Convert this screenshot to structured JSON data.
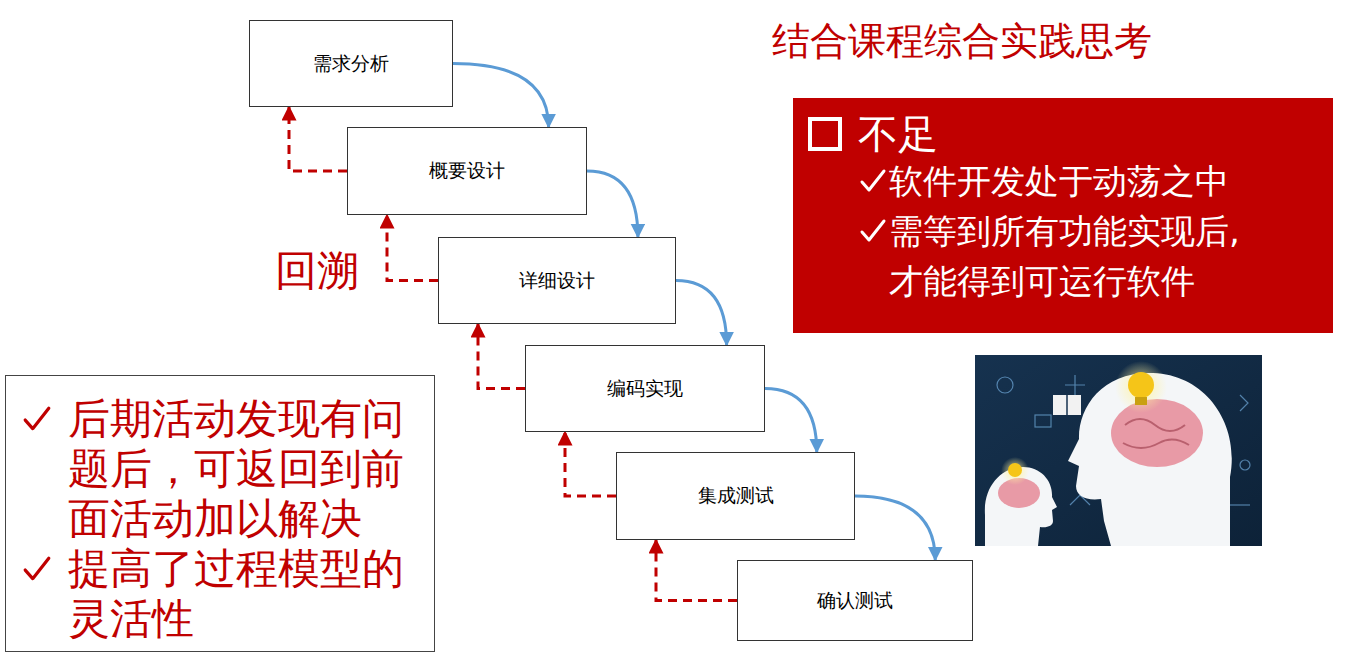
{
  "diagram": {
    "nodes": [
      {
        "text": [
          "需求分析"
        ]
      },
      {
        "text": [
          "概要设计"
        ]
      },
      {
        "text": [
          "详细设计"
        ]
      },
      {
        "text": [
          "编码实现"
        ]
      },
      {
        "text": [
          "集成测试"
        ]
      },
      {
        "text": [
          "确认测试"
        ]
      },
      {
        "text": [
          "不足",
          "软件开发处于动荡之中",
          "需等到所有功能实现后, 才能得到可运行软件"
        ]
      },
      {
        "text": [
          "后期活动发现有问题后，可返回到前面活动加以解决",
          "提高了过程模型的灵活性"
        ]
      }
    ],
    "edges": [
      {
        "from": 0,
        "to": 1,
        "arrow": "to"
      },
      {
        "from": 1,
        "to": 2,
        "arrow": "to"
      },
      {
        "from": 2,
        "to": 3,
        "arrow": "to"
      },
      {
        "from": 3,
        "to": 4,
        "arrow": "to"
      },
      {
        "from": 4,
        "to": 5,
        "arrow": "to"
      },
      {
        "from": 1,
        "to": 0,
        "arrow": "to"
      },
      {
        "from": 2,
        "to": 1,
        "arrow": "to"
      },
      {
        "from": 3,
        "to": 2,
        "arrow": "to"
      },
      {
        "from": 4,
        "to": 3,
        "arrow": "to"
      },
      {
        "from": 5,
        "to": 4,
        "arrow": "to"
      }
    ],
    "labels": [
      "结合课程综合实践思考",
      "回溯"
    ]
  }
}
